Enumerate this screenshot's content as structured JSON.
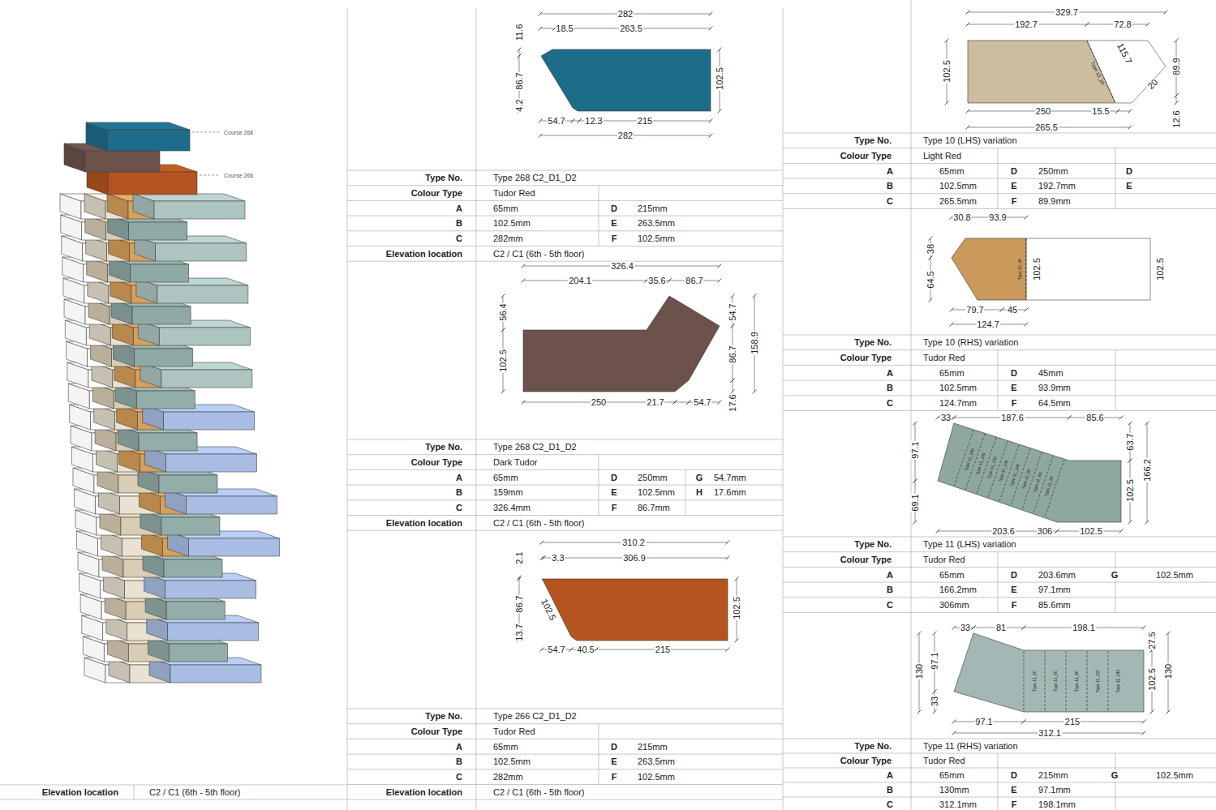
{
  "diagram": {
    "labels": [
      "Course 268",
      "Course 266",
      "Elevation location",
      "C2 / C1 (6th - 5th floor)",
      "282",
      "18.5",
      "263.5",
      "11.6",
      "86.7",
      "4.2",
      "102.5",
      "54.7",
      "12.3",
      "215",
      "282",
      "Type No.",
      "Type 268 C2_D1_D2",
      "Colour Type",
      "Tudor Red",
      "A",
      "65mm",
      "D",
      "215mm",
      "B",
      "102.5mm",
      "E",
      "263.5mm",
      "C",
      "282mm",
      "F",
      "102.5mm",
      "Elevation location",
      "C2 / C1 (6th - 5th floor)",
      "326.4",
      "204.1",
      "35.6",
      "86.7",
      "56.4",
      "102.5",
      "54.7",
      "86.7",
      "158.9",
      "250",
      "21.7",
      "54.7",
      "17.6",
      "Type No.",
      "Type 268 C2_D1_D2",
      "Colour Type",
      "Dark Tudor",
      "A",
      "65mm",
      "D",
      "250mm",
      "G",
      "54.7mm",
      "B",
      "159mm",
      "E",
      "102.5mm",
      "H",
      "17.6mm",
      "C",
      "326.4mm",
      "F",
      "86.7mm",
      "Elevation location",
      "C2 / C1 (6th - 5th floor)",
      "310.2",
      "3.3",
      "306.9",
      "2.1",
      "86.7",
      "13.7",
      "102.5",
      "102.5",
      "54.7",
      "40.5",
      "215",
      "Type No.",
      "Type 266 C2_D1_D2",
      "Colour Type",
      "Tudor Red",
      "A",
      "65mm",
      "D",
      "215mm",
      "B",
      "102.5mm",
      "E",
      "263.5mm",
      "C",
      "282mm",
      "F",
      "102.5mm",
      "Elevation location",
      "C2 / C1 (6th - 5th floor)",
      "329.7",
      "192.7",
      "72.8",
      "115.7",
      "Type 10_20",
      "20",
      "89.9",
      "12.6",
      "102.5",
      "250",
      "15.5",
      "265.5",
      "Type No.",
      "Type 10 (LHS) variation",
      "Colour Type",
      "Light Red",
      "A",
      "65mm",
      "D",
      "250mm",
      "D",
      "B",
      "102.5mm",
      "E",
      "192.7mm",
      "E",
      "C",
      "265.5mm",
      "F",
      "89.9mm",
      "30.8",
      "93.9",
      "38",
      "64.5",
      "Type 10_45",
      "102.5",
      "102.5",
      "79.7",
      "45",
      "124.7",
      "Type No.",
      "Type 10 (RHS) variation",
      "Colour Type",
      "Tudor Red",
      "A",
      "65mm",
      "D",
      "45mm",
      "B",
      "102.5mm",
      "E",
      "93.9mm",
      "C",
      "124.7mm",
      "F",
      "64.5mm",
      "33",
      "187.6",
      "85.6",
      "97.1",
      "69.1",
      "63.7",
      "102.5",
      "166.2",
      "203.6",
      "306",
      "102.5",
      "Type 11_180",
      "Type 11_165",
      "Type 11_150",
      "Type 11_135",
      "Type 11_105",
      "Type 11_90",
      "Type 11_60",
      "Type 11_30",
      "Type No.",
      "Type 11 (LHS) variation",
      "Colour Type",
      "Tudor Red",
      "A",
      "65mm",
      "D",
      "203.6mm",
      "G",
      "102.5mm",
      "B",
      "166.2mm",
      "E",
      "97.1mm",
      "C",
      "306mm",
      "F",
      "85.6mm",
      "33",
      "81",
      "198.1",
      "130",
      "97.1",
      "33",
      "27.5",
      "102.5",
      "130",
      "97.1",
      "215",
      "312.1",
      "Type 11_20",
      "Type 11_50",
      "Type 11_80",
      "Type 11_110",
      "Type 11_140",
      "Type No.",
      "Type 11 (RHS) variation",
      "Colour Type",
      "Tudor Red",
      "A",
      "65mm",
      "D",
      "215mm",
      "G",
      "102.5mm",
      "B",
      "130mm",
      "E",
      "97.1mm",
      "C",
      "312.1mm",
      "F",
      "198.1mm"
    ]
  }
}
